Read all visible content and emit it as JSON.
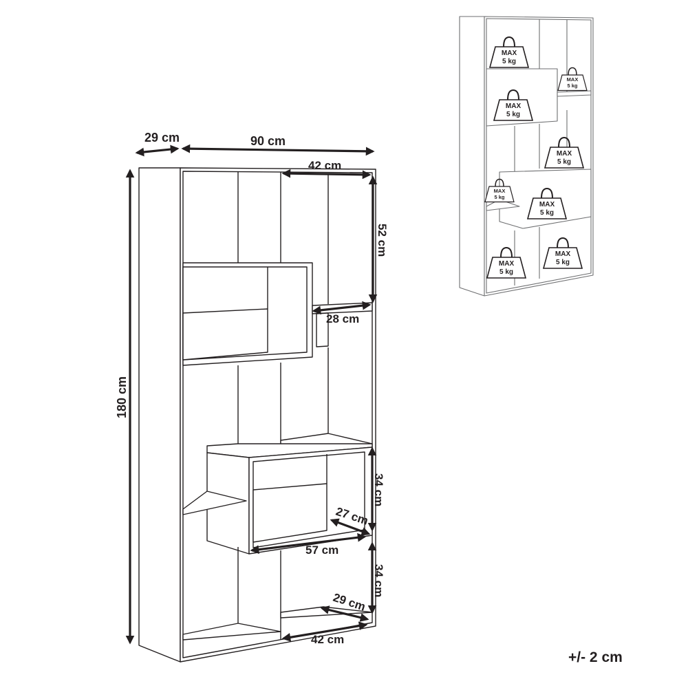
{
  "dimensions": {
    "depth": "29 cm",
    "width": "90 cm",
    "height": "180 cm",
    "top_shelf_width": "42 cm",
    "top_shelf_height": "52 cm",
    "top_shelf_depth": "28 cm",
    "mid_box_height": "34 cm",
    "mid_box_depth": "27 cm",
    "mid_box_width": "57 cm",
    "bottom_shelf_height": "34 cm",
    "bottom_shelf_depth": "29 cm",
    "bottom_shelf_width": "42 cm"
  },
  "tolerance": "+/- 2 cm",
  "weight_limits": [
    {
      "line1": "MAX",
      "line2": "5 kg"
    },
    {
      "line1": "MAX",
      "line2": "5 kg"
    },
    {
      "line1": "MAX",
      "line2": "5 kg"
    },
    {
      "line1": "MAX",
      "line2": "5 kg"
    },
    {
      "line1": "MAX",
      "line2": "5 kg"
    },
    {
      "line1": "MAX",
      "line2": "5 kg"
    },
    {
      "line1": "MAX",
      "line2": "5 kg"
    },
    {
      "line1": "MAX",
      "line2": "5 kg"
    }
  ],
  "colors": {
    "line": "#231f20",
    "thumbnail_line": "#6d6e70",
    "background": "#ffffff"
  }
}
